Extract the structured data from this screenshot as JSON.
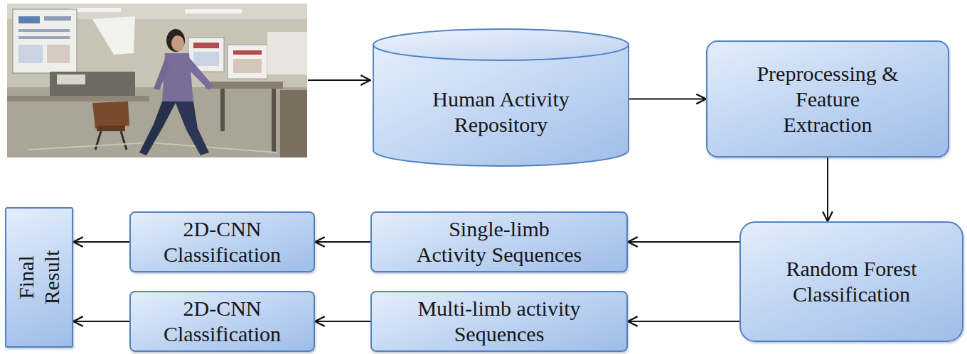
{
  "diagram": {
    "nodes": [
      {
        "text": [
          "Human Activity Repository"
        ]
      },
      {
        "text": [
          "Preprocessing & Feature Extraction"
        ]
      },
      {
        "text": [
          "Random Forest Classification"
        ]
      },
      {
        "text": [
          "Single-limb Activity Sequences"
        ]
      },
      {
        "text": [
          "2D-CNN Classification"
        ]
      },
      {
        "text": [
          "Multi-limb activity Sequences"
        ]
      },
      {
        "text": [
          "2D-CNN Classification"
        ]
      },
      {
        "text": [
          "Final Result"
        ]
      }
    ],
    "edges": [
      {
        "from": 0,
        "to": 1,
        "arrow": "to"
      },
      {
        "from": 1,
        "to": 2,
        "arrow": "to"
      },
      {
        "from": 2,
        "to": 3,
        "arrow": "to"
      },
      {
        "from": 3,
        "to": 4,
        "arrow": "to"
      },
      {
        "from": 4,
        "to": 7,
        "arrow": "to"
      },
      {
        "from": 2,
        "to": 5,
        "arrow": "to"
      },
      {
        "from": 5,
        "to": 6,
        "arrow": "to"
      },
      {
        "from": 6,
        "to": 7,
        "arrow": "to"
      }
    ]
  }
}
